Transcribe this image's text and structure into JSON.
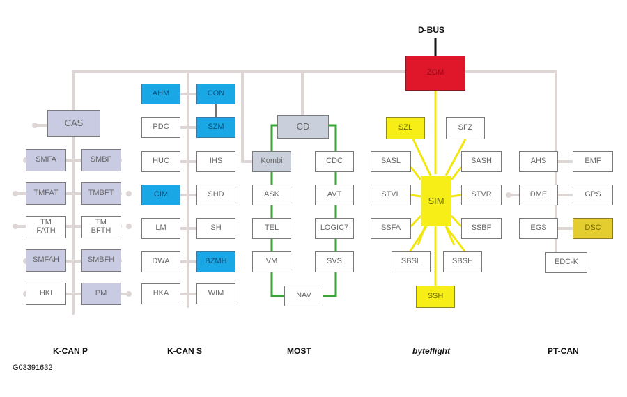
{
  "title": "D-BUS",
  "figure_code": "G03391632",
  "bus_labels": [
    "K-CAN P",
    "K-CAN S",
    "MOST",
    "byteflight",
    "PT-CAN"
  ],
  "colors": {
    "wire": "#ddd6d4",
    "most_ring": "#3aa33a",
    "byteflight": "#f2e60f",
    "red": "#e0162b",
    "blue": "#1aa7e6",
    "yellow": "#f7ee18",
    "lavender": "#c9cbe3"
  },
  "modules": {
    "zgm": "ZGM",
    "cas": "CAS",
    "smfa": "SMFA",
    "smbf": "SMBF",
    "tmfat": "TMFAT",
    "tmbft": "TMBFT",
    "tmfath": "TM\nFATH",
    "tmbfth": "TM\nBFTH",
    "smfah": "SMFAH",
    "smbfh": "SMBFH",
    "hki": "HKI",
    "pm": "PM",
    "ahm": "AHM",
    "con": "CON",
    "pdc": "PDC",
    "szm": "SZM",
    "huc": "HUC",
    "ihs": "IHS",
    "cim": "CIM",
    "shd": "SHD",
    "lm": "LM",
    "sh": "SH",
    "dwa": "DWA",
    "bzm": "BZMH",
    "hka": "HKA",
    "wim": "WIM",
    "cd": "CD",
    "kombi": "Kombi",
    "cdc": "CDC",
    "ask": "ASK",
    "avt": "AVT",
    "tel": "TEL",
    "logic7": "LOGIC7",
    "vm": "VM",
    "svs": "SVS",
    "nav": "NAV",
    "szl": "SZL",
    "sfz": "SFZ",
    "sasl": "SASL",
    "sash": "SASH",
    "stvl": "STVL",
    "sim": "SIM",
    "stvr": "STVR",
    "ssfa": "SSFA",
    "ssbf": "SSBF",
    "sbsl": "SBSL",
    "sbsh": "SBSH",
    "ssh": "SSH",
    "ahs": "AHS",
    "emf": "EMF",
    "dme": "DME",
    "gps": "GPS",
    "egs": "EGS",
    "dsc": "DSC",
    "edck": "EDC-K"
  }
}
